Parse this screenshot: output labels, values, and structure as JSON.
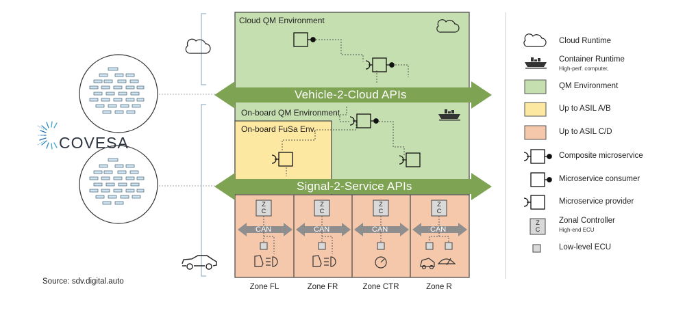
{
  "environments": {
    "cloud_qm": "Cloud QM Environment",
    "onboard_qm": "On-board QM Environment",
    "onboard_fusa": "On-board FuSa Env."
  },
  "apis": {
    "vehicle_to_cloud": "Vehicle-2-Cloud APIs",
    "signal_to_service": "Signal-2-Service APIs"
  },
  "zones": [
    {
      "label": "Zone FL",
      "bus": "CAN",
      "zc": "Z\nC"
    },
    {
      "label": "Zone FR",
      "bus": "CAN",
      "zc": "Z\nC"
    },
    {
      "label": "Zone CTR",
      "bus": "CAN",
      "zc": "Z\nC"
    },
    {
      "label": "Zone R",
      "bus": "CAN",
      "zc": "Z\nC"
    }
  ],
  "zc_letters": {
    "z": "Z",
    "c": "C"
  },
  "legend": {
    "cloud_runtime": "Cloud Runtime",
    "container_runtime": "Container Runtime",
    "container_runtime_sub": "High-perf. computer,",
    "qm_env": "QM Environment",
    "asil_ab": "Up to ASIL A/B",
    "asil_cd": "Up to ASIL C/D",
    "composite": "Composite microservice",
    "consumer": "Microservice consumer",
    "provider": "Microservice provider",
    "zonal": "Zonal Controller",
    "zonal_sub": "High-end ECU",
    "low_ecu": "Low-level ECU"
  },
  "brand": "COVESA",
  "source": "Source: sdv.digital.auto",
  "colors": {
    "qm_green": "#c5dfb0",
    "asil_ab_yellow": "#fde8a2",
    "asil_cd_salmon": "#f6c8ab",
    "api_arrow": "#7ea352",
    "can_arrow": "#8e8e8e",
    "zc_box": "#d9d9d9",
    "ecu_box": "#d9d9d9"
  },
  "icons": [
    "cloud-icon",
    "ship-icon",
    "car-icon",
    "covesa-logo-icon",
    "tree-diagram-icon",
    "seat-icon",
    "headlight-icon",
    "speedometer-icon",
    "wiper-icon",
    "car-crash-icon"
  ]
}
